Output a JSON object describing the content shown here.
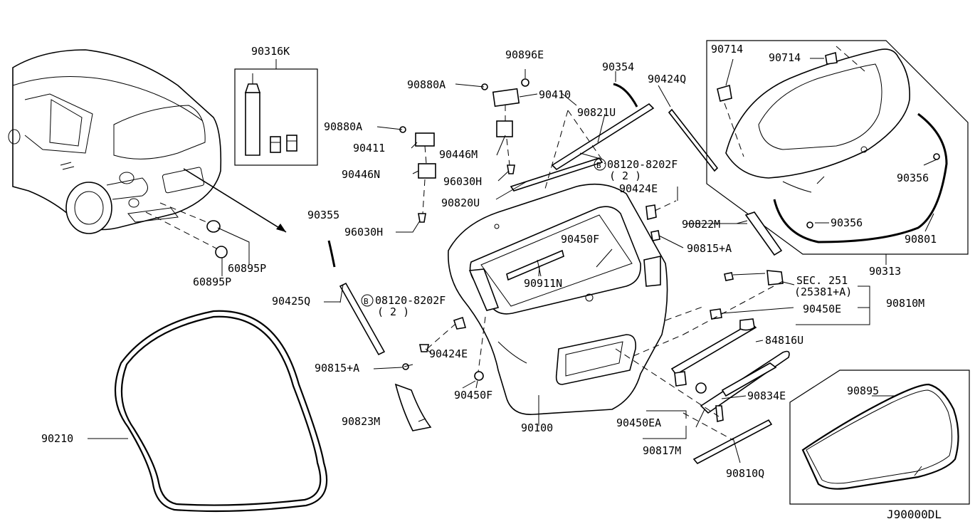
{
  "diagram_code": "J90000DL",
  "callouts": {
    "p90316K": "90316K",
    "p90896E": "90896E",
    "p90880A_1": "90880A",
    "p90410": "90410",
    "p90354": "90354",
    "p90424Q": "90424Q",
    "p90714_a": "90714",
    "p90714_b": "90714",
    "p90880A_2": "90880A",
    "p90821U": "90821U",
    "p90411": "90411",
    "p90446M": "90446M",
    "bolt_top": "08120-8202F",
    "bolt_top_qty": "( 2 )",
    "p90446N": "90446N",
    "p96030H_1": "96030H",
    "p90820U": "90820U",
    "p90424E_1": "90424E",
    "p90356_a": "90356",
    "p90355": "90355",
    "p96030H_2": "96030H",
    "p90450F_1": "90450F",
    "p90822M": "90822M",
    "p90356_b": "90356",
    "p90801": "90801",
    "p90815A_1": "90815+A",
    "p60895P_1": "60895P",
    "p60895P_2": "60895P",
    "p90911N": "90911N",
    "p90313": "90313",
    "sec251": "SEC. 251",
    "sec251_sub": "(25381+A)",
    "p90425Q": "90425Q",
    "bolt_left": "08120-8202F",
    "bolt_left_qty": "( 2 )",
    "p90450E": "90450E",
    "p90810M": "90810M",
    "p90424E_2": "90424E",
    "p84816U": "84816U",
    "p90815A_2": "90815+A",
    "p90895": "90895",
    "p90450F_2": "90450F",
    "p90834E": "90834E",
    "p90823M": "90823M",
    "p90100": "90100",
    "p90450EA": "90450EA",
    "p90210": "90210",
    "p90817M": "90817M",
    "p90810Q": "90810Q"
  }
}
